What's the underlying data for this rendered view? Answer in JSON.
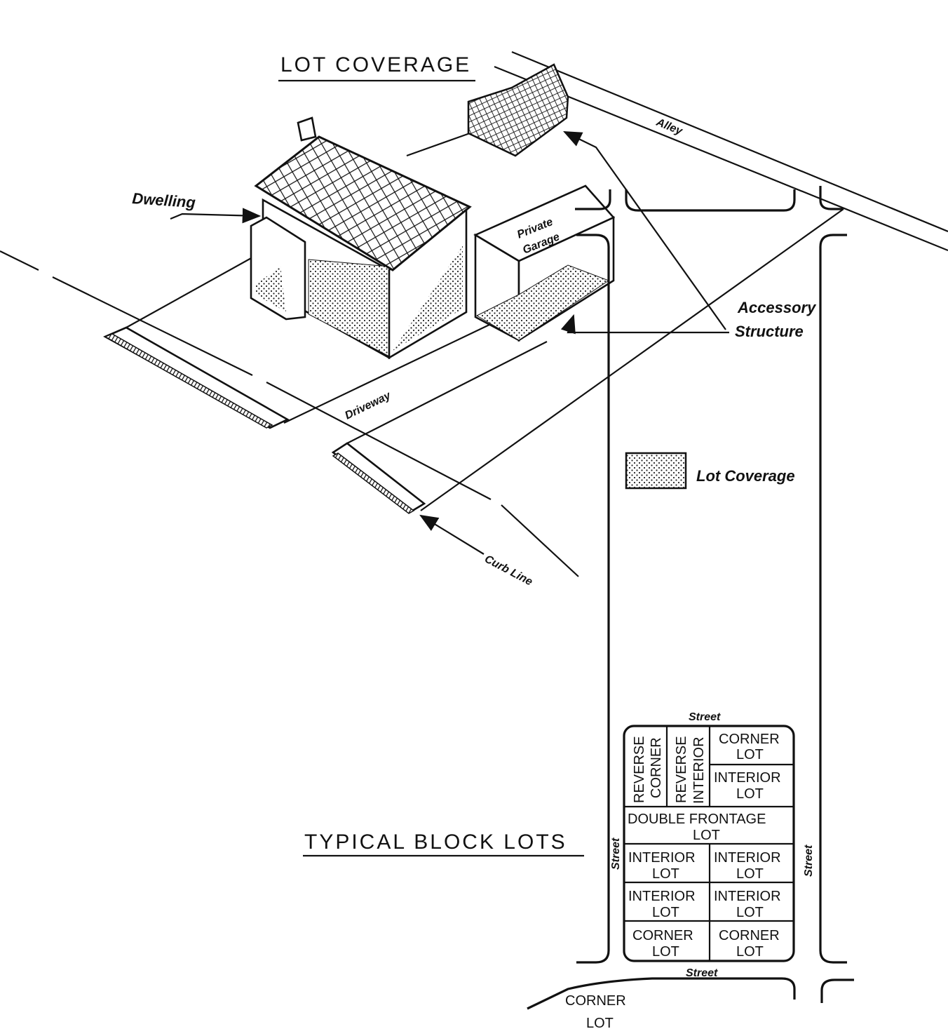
{
  "lot_coverage": {
    "title": "LOT COVERAGE",
    "labels": {
      "dwelling": "Dwelling",
      "alley": "Alley",
      "private_garage_line1": "Private",
      "private_garage_line2": "Garage",
      "accessory_line1": "Accessory",
      "accessory_line2": "Structure",
      "driveway": "Driveway",
      "curb_line": "Curb Line"
    },
    "legend": {
      "label": "Lot Coverage"
    }
  },
  "typical_block": {
    "title": "TYPICAL BLOCK LOTS",
    "streets": {
      "top": "Street",
      "left": "Street",
      "right": "Street",
      "bottom": "Street"
    },
    "lots": {
      "reverse_corner_1": "REVERSE",
      "reverse_corner_2": "CORNER",
      "reverse_interior_1": "REVERSE",
      "reverse_interior_2": "INTERIOR",
      "corner_1": "CORNER",
      "lot": "LOT",
      "interior": "INTERIOR",
      "double_frontage": "DOUBLE FRONTAGE",
      "outside_corner_1": "CORNER",
      "outside_corner_2": "LOT"
    }
  }
}
